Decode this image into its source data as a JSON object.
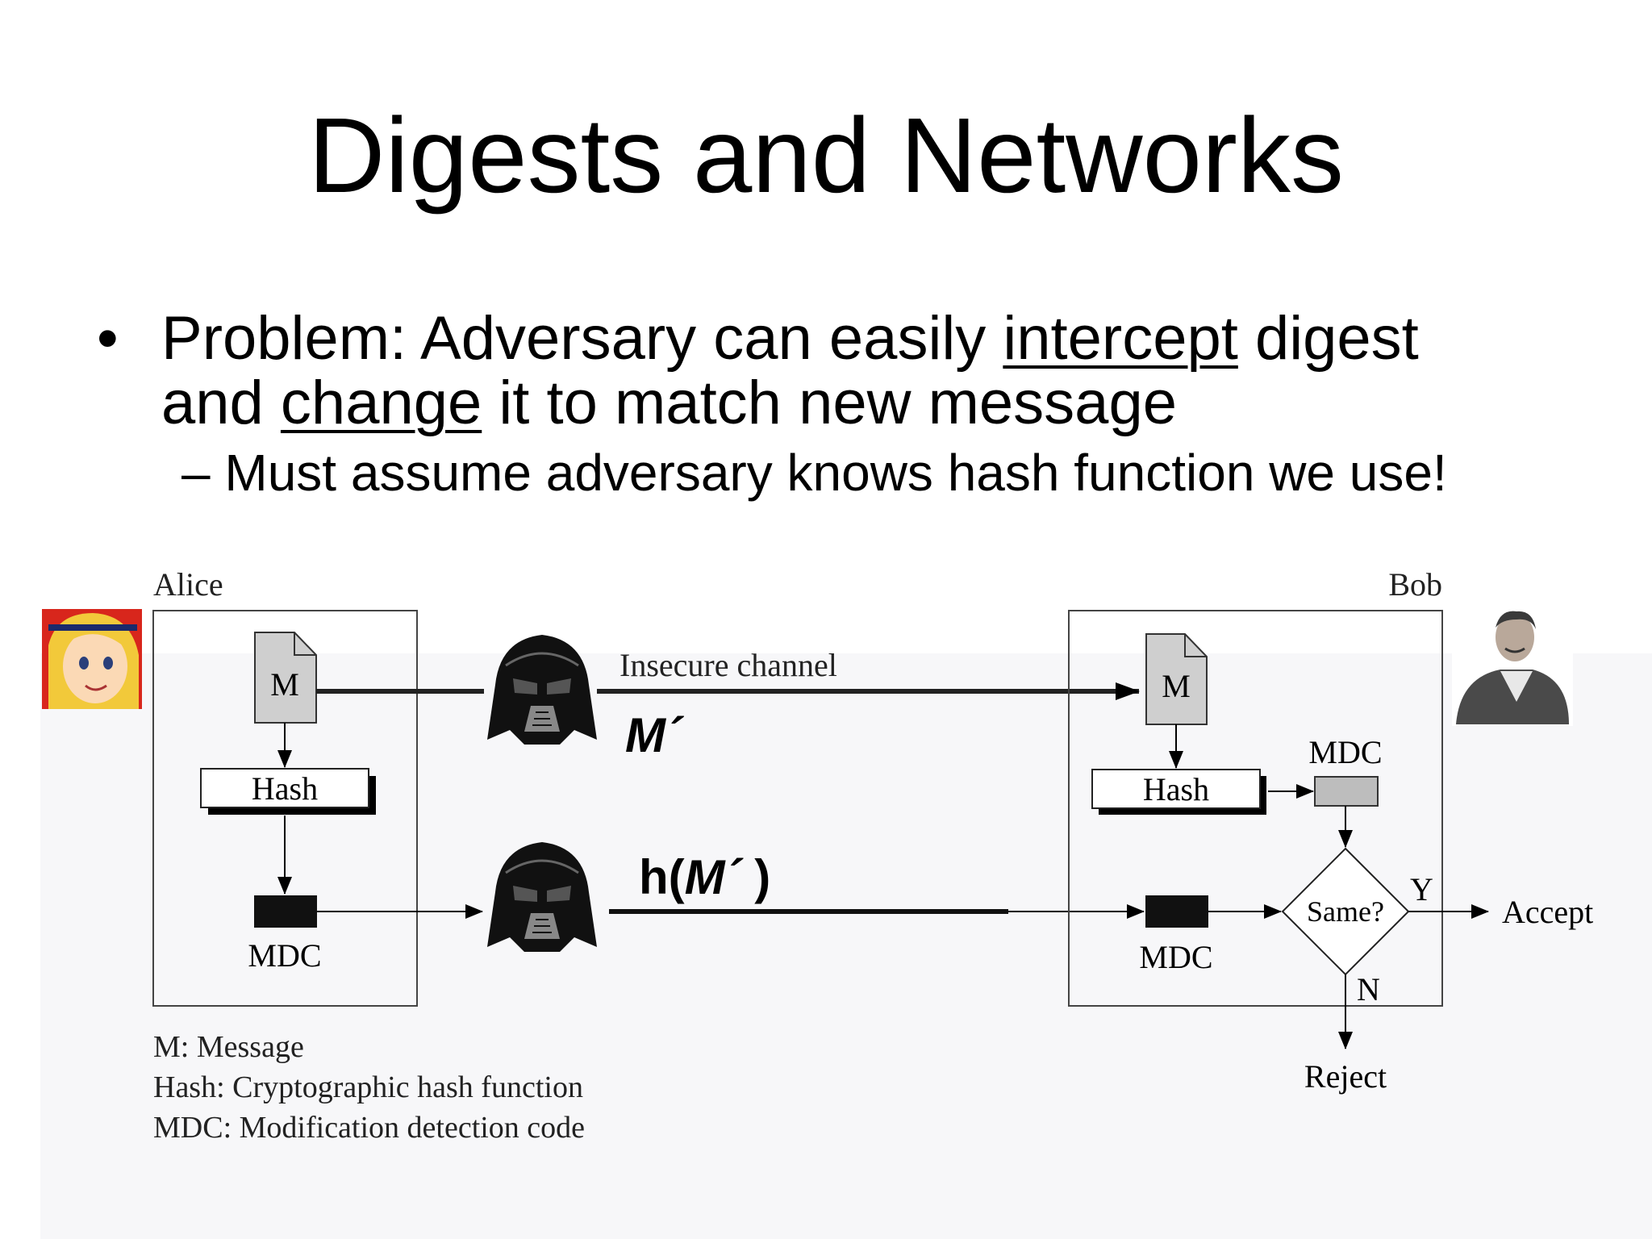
{
  "slide": {
    "title": "Digests and Networks",
    "bullet": {
      "line1_pre": "Problem: Adversary can easily ",
      "line1_underlined": "intercept",
      "line1_post": " digest",
      "line2_pre": "and ",
      "line2_underlined": "change",
      "line2_post": " it to match new message",
      "sub": "– Must assume adversary knows hash function we use!"
    }
  },
  "diagram": {
    "alice_label": "Alice",
    "bob_label": "Bob",
    "message_doc": "M",
    "hash_box": "Hash",
    "mdc_label": "MDC",
    "channel_label": "Insecure channel",
    "altered_message": "M´",
    "altered_hash_prefix": "h(",
    "altered_hash_var": "M´",
    "altered_hash_suffix": " )",
    "compare_label": "Same?",
    "yes_label": "Y",
    "no_label": "N",
    "accept_label": "Accept",
    "reject_label": "Reject",
    "legend": [
      "M: Message",
      "Hash: Cryptographic hash function",
      "MDC: Modification detection code"
    ]
  },
  "icons": {
    "alice": "alice-cartoon-portrait",
    "bob": "bob-photo-portrait",
    "adversary": "darth-vader-helmet"
  }
}
